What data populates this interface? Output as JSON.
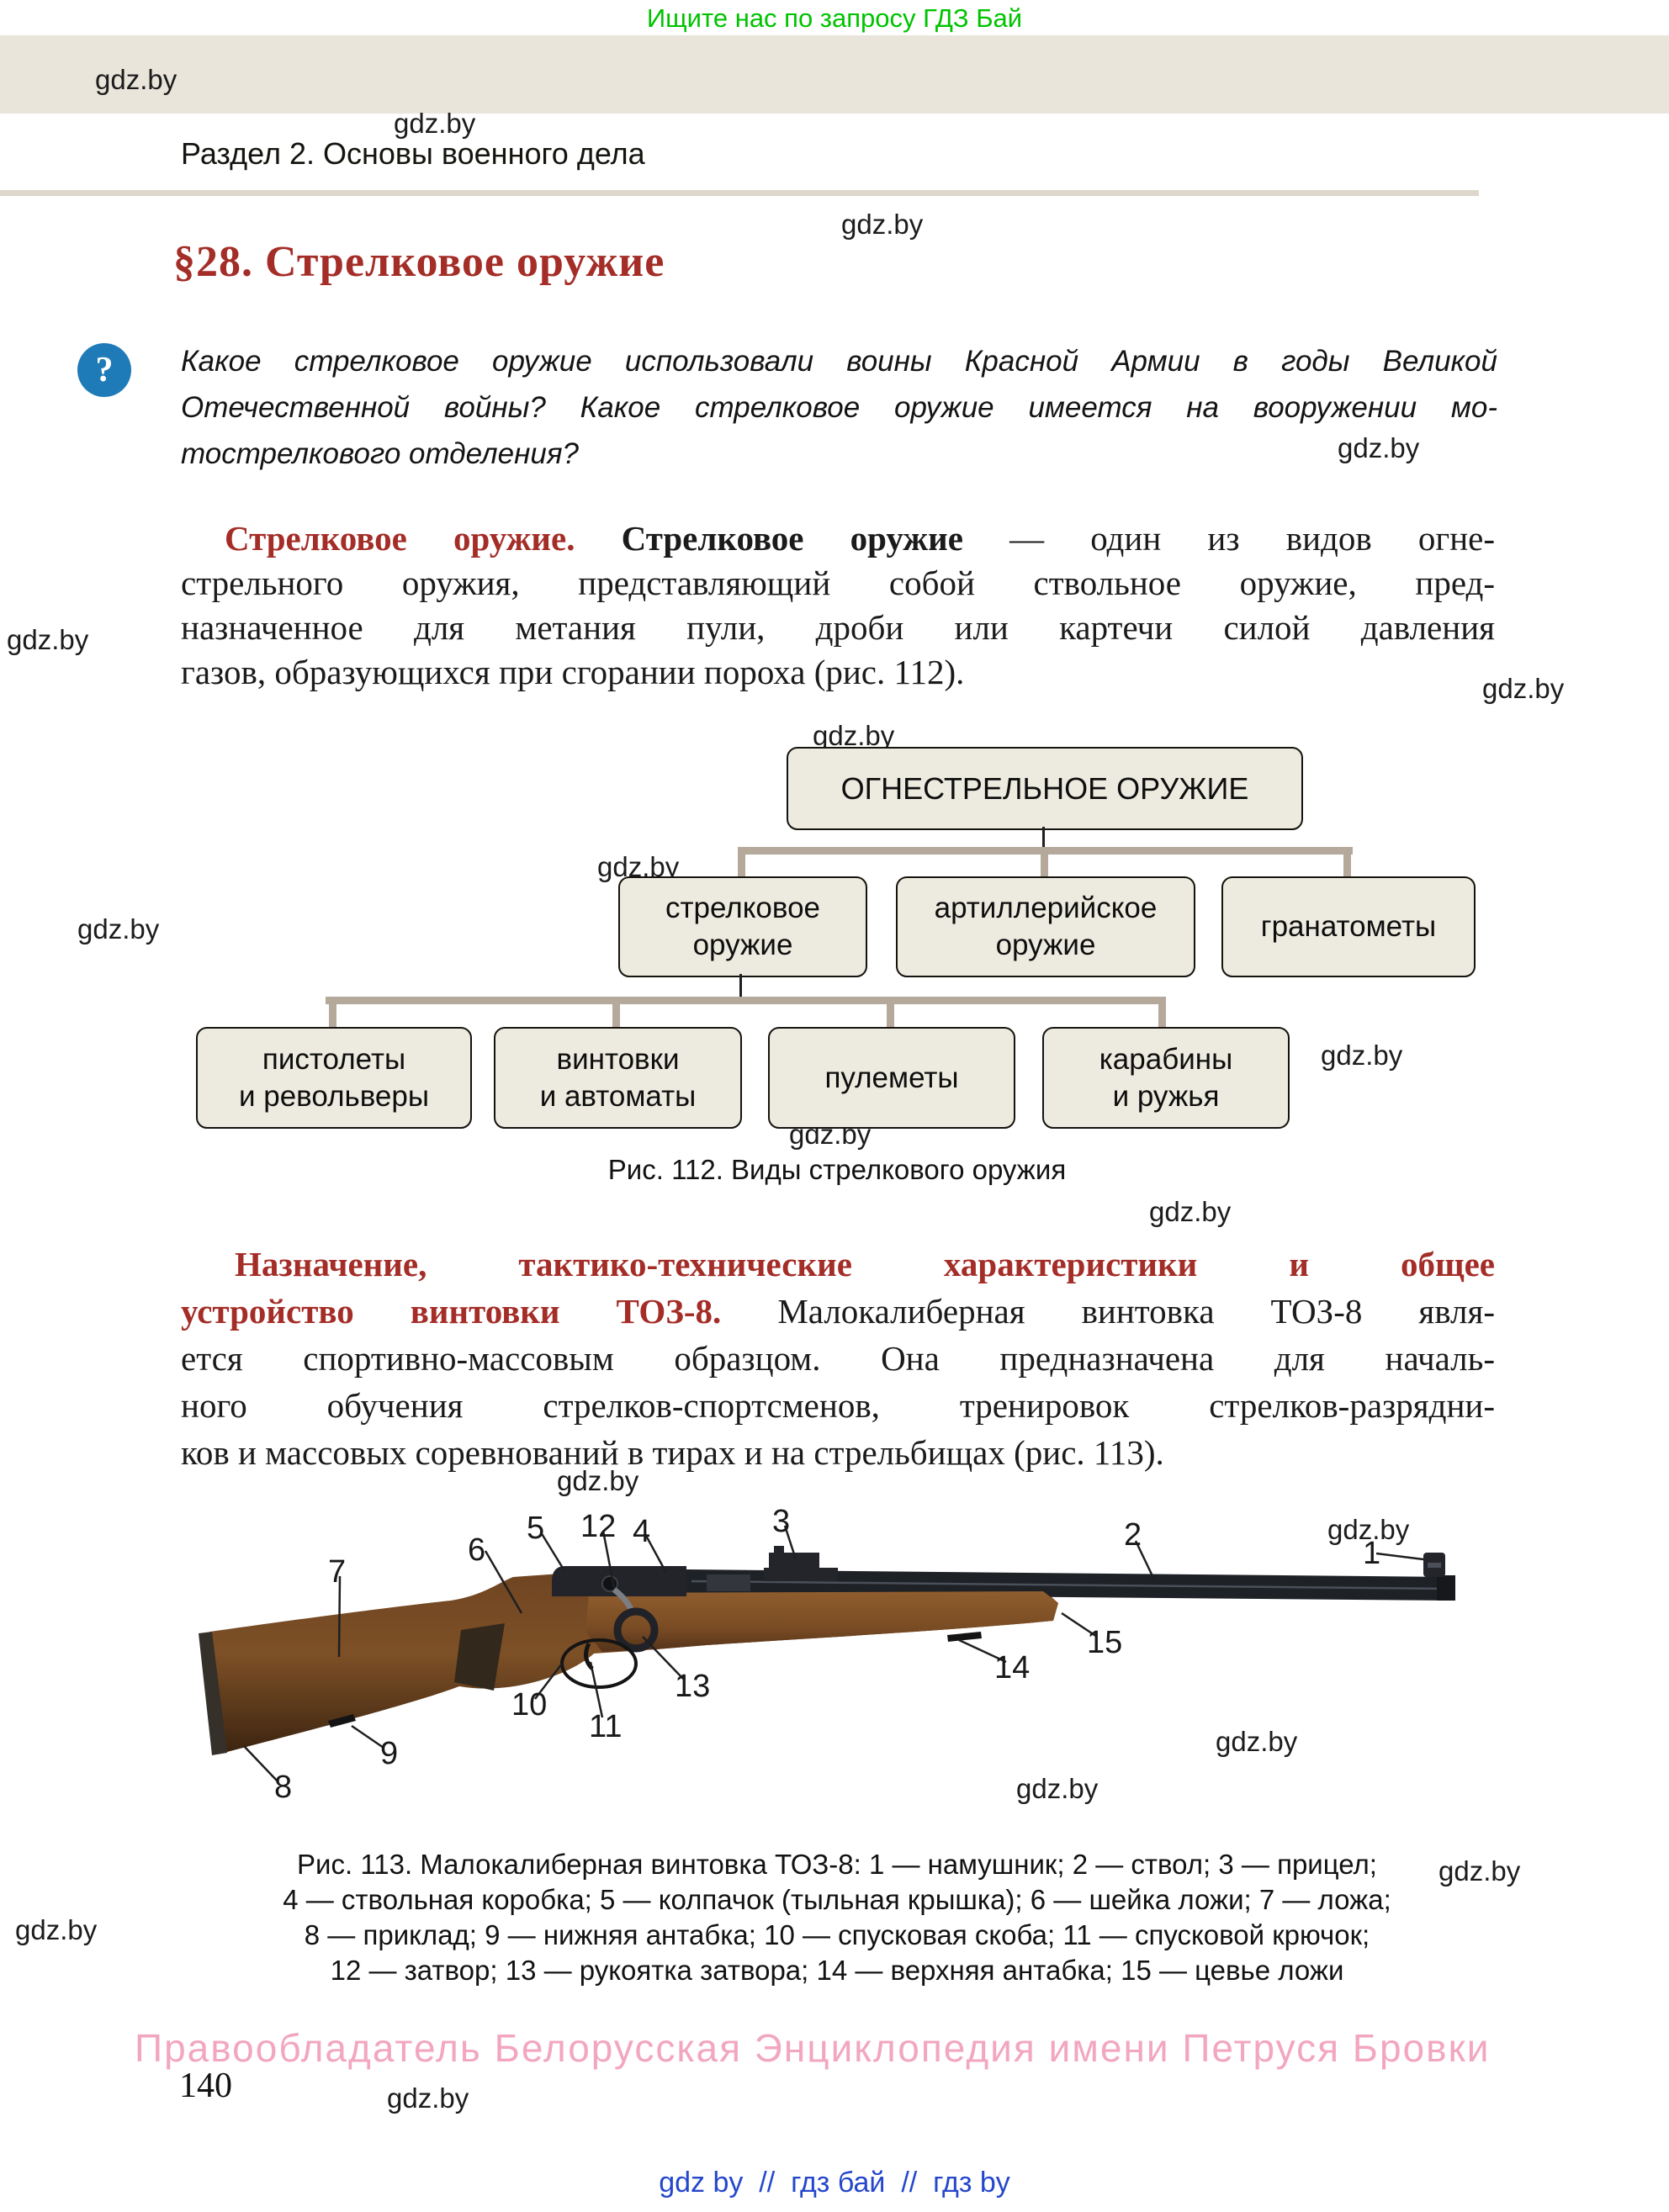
{
  "colors": {
    "band_beige": "#e9e5da",
    "rule_beige": "#ddd8cb",
    "title_red": "#a42d27",
    "promo_green": "#00c300",
    "question_blue": "#1f7ab8",
    "box_fill": "#edebdf",
    "connector_beige": "#b5a99b",
    "copyright_pink": "#f2a6c0",
    "links_blue": "#2547cb"
  },
  "header": {
    "promo": "Ищите нас по запросу ГДЗ Бай",
    "section": "Раздел 2. Основы военного дела"
  },
  "title": "§28. Стрелковое оружие",
  "question": {
    "mark": "?",
    "lines": [
      "Какое стрелковое оружие использовали воины Красной Армии в годы Великой",
      "Отечественной войны? Какое стрелковое оружие имеется на вооружении мо-",
      "тострелкового отделения?"
    ]
  },
  "para1": {
    "lead_red": "Стрелковое оружие.",
    "lead_bold": " Стрелковое оружие",
    "line1_rest": " — один из видов огне-",
    "lines": [
      "стрельного оружия, представляющий собой ствольное оружие, пред-",
      "назначенное для метания пули, дроби или картечи силой давления",
      "газов, образующихся при сгорании пороха (рис. 112)."
    ]
  },
  "flowchart": {
    "root": "ОГНЕСТРЕЛЬНОЕ ОРУЖИЕ",
    "level2": [
      {
        "lines": [
          "стрелковое",
          "оружие"
        ]
      },
      {
        "lines": [
          "артиллерийское",
          "оружие"
        ]
      },
      {
        "lines": [
          "гранатометы"
        ]
      }
    ],
    "level3": [
      {
        "lines": [
          "пистолеты",
          "и револьверы"
        ]
      },
      {
        "lines": [
          "винтовки",
          "и автоматы"
        ]
      },
      {
        "lines": [
          "пулеметы"
        ]
      },
      {
        "lines": [
          "карабины",
          "и ружья"
        ]
      }
    ],
    "caption": "Рис. 112. Виды стрелкового оружия"
  },
  "para2": {
    "line1_red": "Назначение, тактико-технические характеристики и общее",
    "line2_red": "устройство винтовки ТОЗ-8.",
    "line2_rest": " Малокалиберная винтовка ТОЗ-8 явля-",
    "lines": [
      "ется спортивно-массовым образцом. Она предназначена для началь-",
      "ного обучения стрелков-спортсменов, тренировок стрелков-разрядни-",
      "ков и массовых соревнований в тирах и на стрельбищах (рис. 113)."
    ]
  },
  "figure": {
    "labels": [
      "1",
      "2",
      "3",
      "4",
      "5",
      "6",
      "7",
      "8",
      "9",
      "10",
      "11",
      "12",
      "13",
      "14",
      "15"
    ],
    "caption_lines": [
      "Рис. 113. Малокалиберная винтовка ТОЗ-8: 1 — намушник; 2 — ствол; 3 — прицел;",
      "4 — ствольная коробка; 5 — колпачок (тыльная крышка); 6 — шейка ложи; 7 — ложа;",
      "8 — приклад; 9 — нижняя антабка; 10 — спусковая скоба; 11 — спусковой крючок;",
      "12 — затвор; 13 — рукоятка затвора; 14 — верхняя антабка; 15 — цевье ложи"
    ]
  },
  "watermark": {
    "text": "gdz.by"
  },
  "footer": {
    "copyright": "Правообладатель Белорусская Энциклопедия имени Петруся Бровки",
    "page_number": "140",
    "links": "gdz by  //  гдз бай  //  гдз by"
  }
}
